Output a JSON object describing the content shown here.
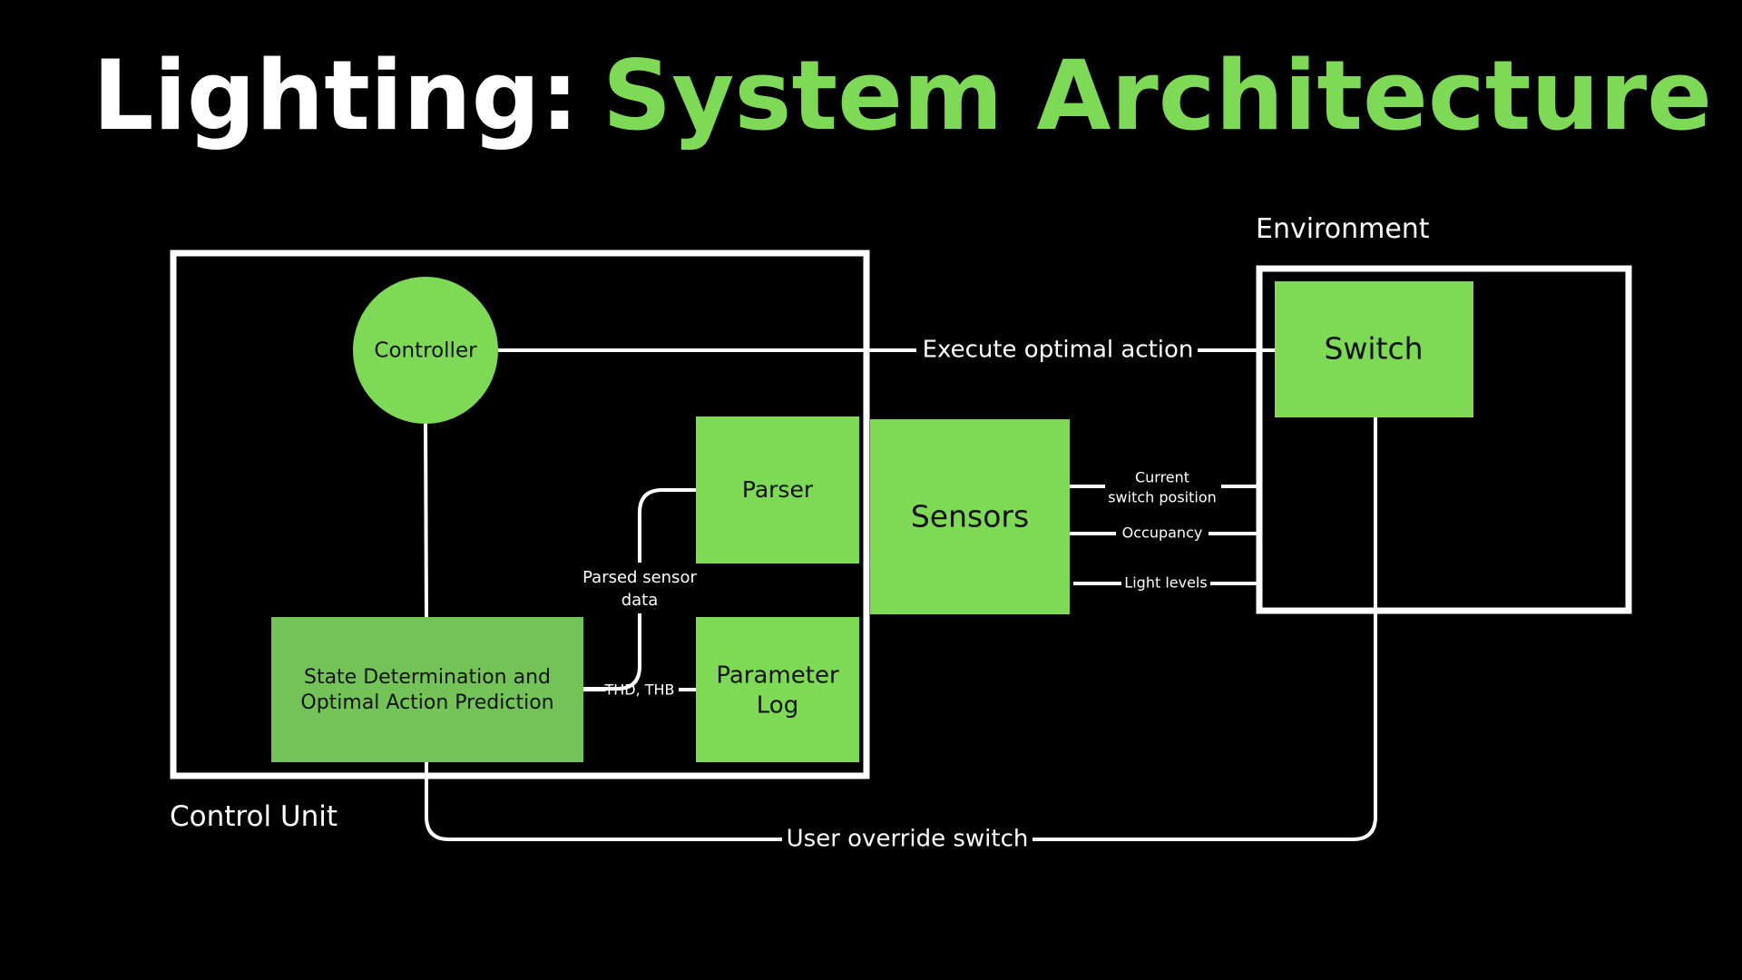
{
  "title": {
    "prefix": "Lighting:",
    "main": "System Architecture"
  },
  "colors": {
    "accent": "#7ed957",
    "state_box": "#73c356",
    "background": "#000000",
    "lines": "#ffffff"
  },
  "groups": {
    "control_unit": "Control Unit",
    "environment": "Environment"
  },
  "nodes": {
    "controller": "Controller",
    "parser": "Parser",
    "sensors": "Sensors",
    "switch": "Switch",
    "parameter_log": [
      "Parameter",
      "Log"
    ],
    "state": [
      "State Determination and",
      "Optimal Action Prediction"
    ]
  },
  "edges": {
    "execute": "Execute optimal action",
    "parsed": [
      "Parsed sensor",
      "data"
    ],
    "thd": "THD, THB",
    "current_switch": [
      "Current",
      "switch position"
    ],
    "occupancy": "Occupancy",
    "light_levels": "Light levels",
    "override": "User override switch"
  }
}
